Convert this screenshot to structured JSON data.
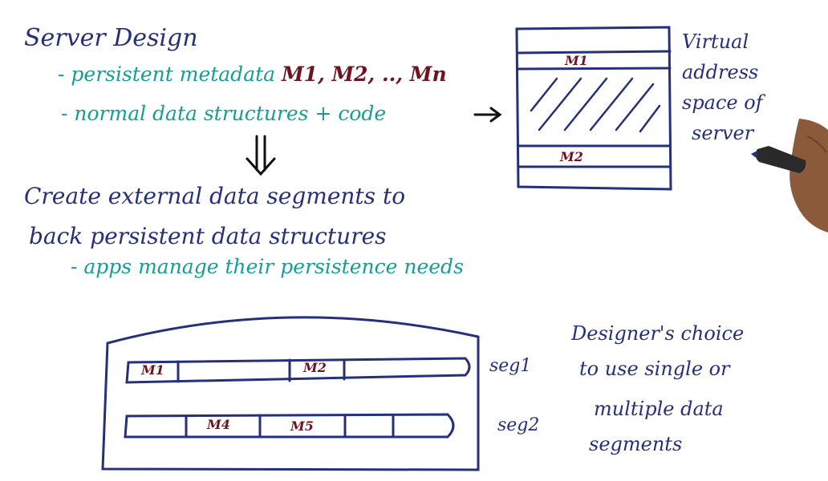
{
  "title": "Server Design",
  "bullet1_prefix": "- persistent metadata ",
  "bullet1_metadata": "M1, M2, .., Mn",
  "bullet2": "- normal data structures + code",
  "statement_line1": "Create external data segments to",
  "statement_line2": "back persistent data structures",
  "statement_sub": "- apps manage their persistence needs",
  "vas": {
    "block1_label": "M1",
    "block2_label": "M2",
    "caption_lines": [
      "Virtual",
      "address",
      "space of",
      "server"
    ]
  },
  "disk": {
    "seg1_label": "seg1",
    "seg2_label": "seg2",
    "seg1_cells": [
      "M1",
      "M2"
    ],
    "seg2_cells": [
      "M4",
      "M5"
    ]
  },
  "note_lines": [
    "Designer's choice",
    "to use single or",
    "multiple data",
    "segments"
  ],
  "colors": {
    "navy_ink": "#26307a",
    "teal_ink": "#169d97",
    "maroon_ink": "#6e1420"
  }
}
